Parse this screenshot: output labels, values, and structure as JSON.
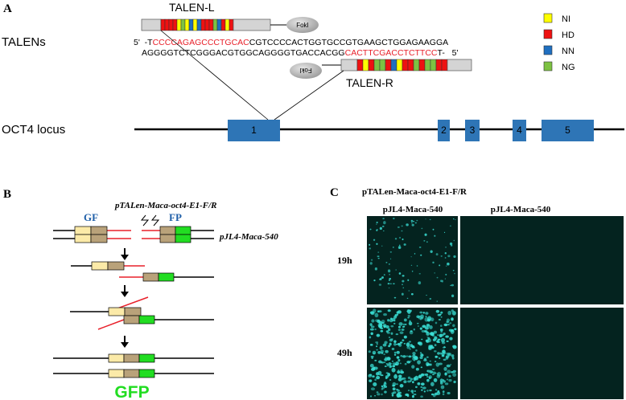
{
  "panel_a": {
    "letter": "A",
    "row_label": "TALENs",
    "talen_l_label": "TALEN-L",
    "talen_r_label": "TALEN-R",
    "foki": "FokI",
    "seq_top_prefix": "5'  -T",
    "seq_top_red": "CCCCAGAGCCCTGCAC",
    "seq_top_rest": "CGTCCCCACTGGTGCCGTGAAGCTGGAGAAGGA",
    "seq_bot_black": "AGGGGTCTCGGGACGTGGCAGGGGTGACCACGG",
    "seq_bot_red": "CACTTCGACCTCTTCC",
    "seq_bot_suffix": "T-   5'",
    "legend": [
      {
        "label": "NI",
        "color": "#ffff00"
      },
      {
        "label": "HD",
        "color": "#ee1111"
      },
      {
        "label": "NN",
        "color": "#1f6fc0"
      },
      {
        "label": "NG",
        "color": "#7dc242"
      }
    ],
    "locus_label": "OCT4 locus",
    "exons": [
      "1",
      "2",
      "3",
      "4",
      "5"
    ],
    "talen_l_repeats": [
      "HD",
      "HD",
      "HD",
      "HD",
      "NI",
      "NG",
      "NI",
      "NN",
      "NI",
      "NN",
      "HD",
      "HD",
      "HD",
      "NG",
      "NN",
      "HD",
      "NI",
      "HD"
    ],
    "talen_r_repeats": [
      "HD",
      "NI",
      "HD",
      "NG",
      "NG",
      "HD",
      "NN",
      "NI",
      "HD",
      "HD",
      "NG",
      "HD",
      "NG",
      "NG",
      "HD",
      "HD"
    ]
  },
  "panel_b": {
    "letter": "B",
    "plasmid_top": "pTALen-Maca-oct4-E1-F/R",
    "plasmid_reporter": "pJL4-Maca-540",
    "gf": "GF",
    "fp": "FP",
    "gfp": "GFP"
  },
  "panel_c": {
    "letter": "C",
    "title": "pTALen-Maca-oct4-E1-F/R",
    "col_left": "pJL4-Maca-540",
    "col_right": "pJL4-Maca-540",
    "row_top": "19h",
    "row_bottom": "49h"
  },
  "colors": {
    "exon": "#2e75b6",
    "cut_red": "#e8202a",
    "gf_box": "#fbeaa8",
    "mid_box": "#b9a27a",
    "fp_box": "#22dd22",
    "gfp_text": "#22dd22",
    "blue_label": "#1f5fa8",
    "micro_bg": "#04231f",
    "cell": "#3ae0d6"
  }
}
